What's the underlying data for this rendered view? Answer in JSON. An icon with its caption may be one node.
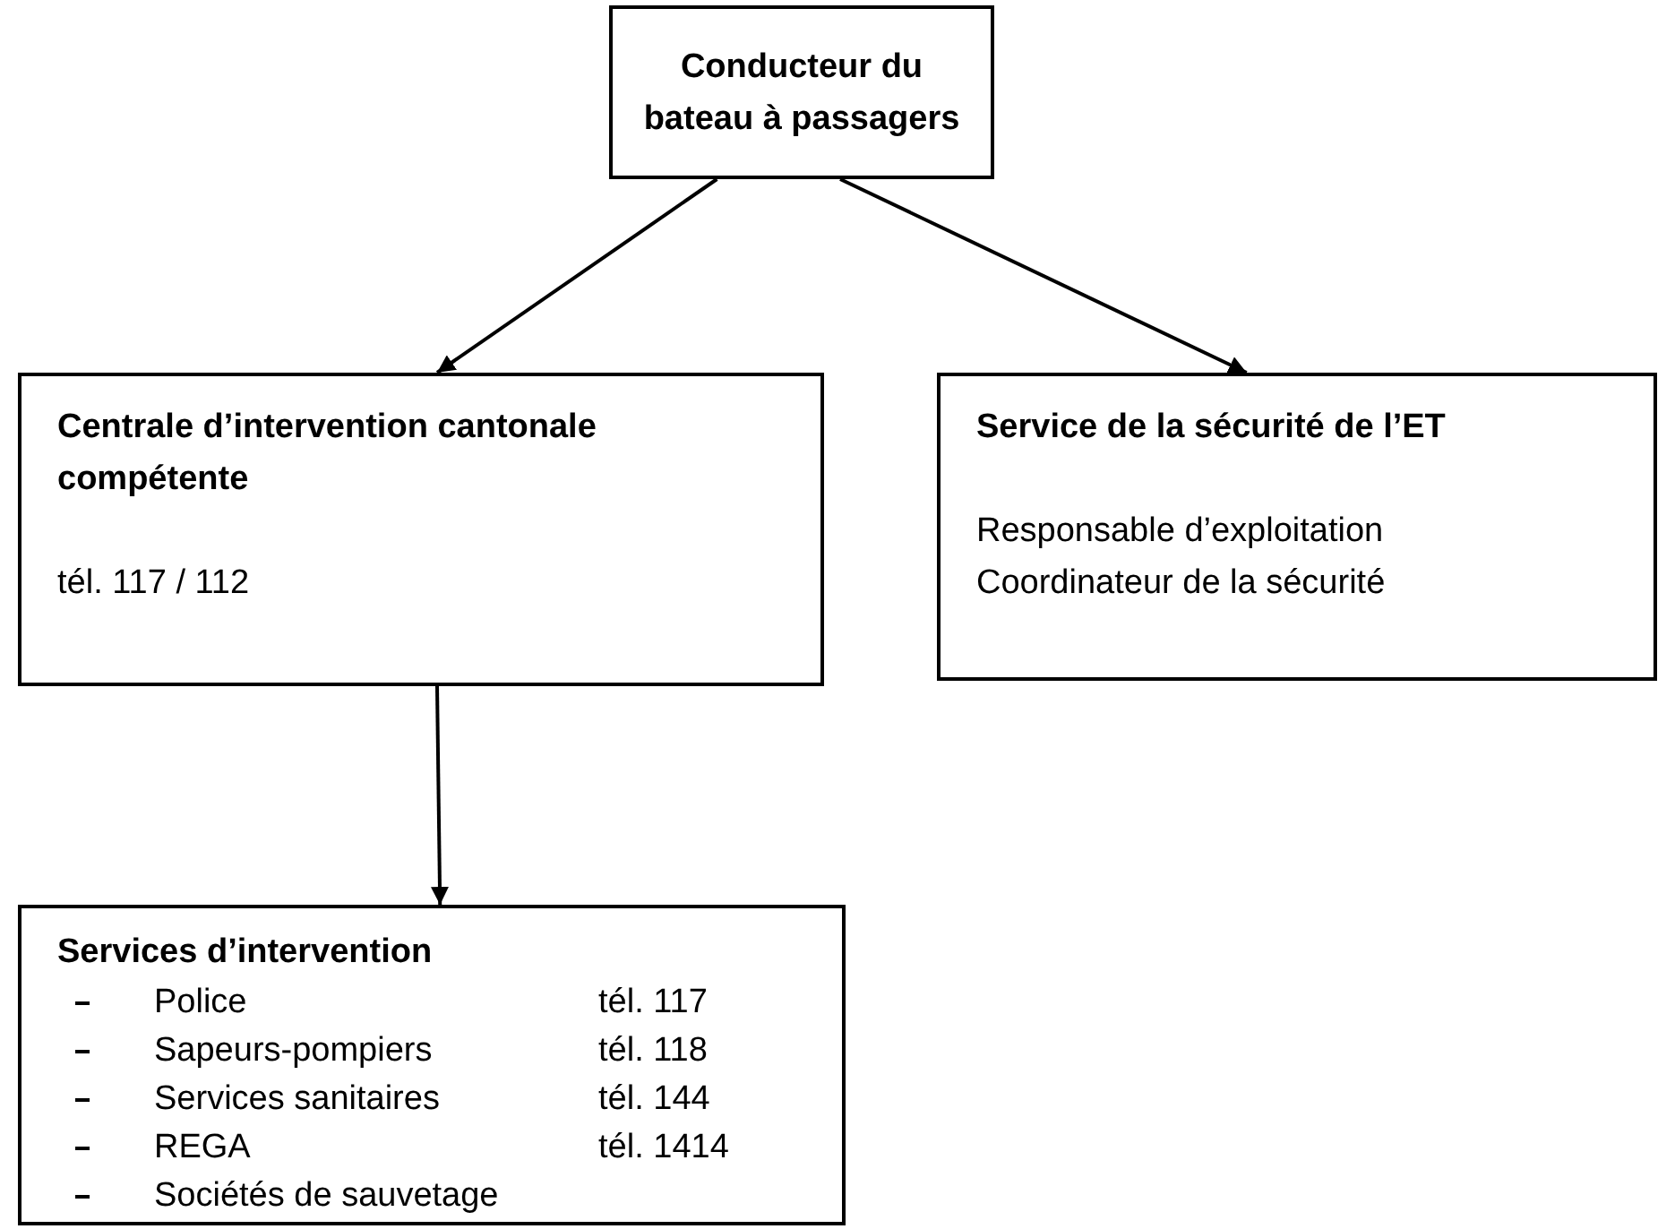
{
  "diagram": {
    "nodes": [
      {
        "text": [
          "Conducteur du bateau à passagers"
        ]
      },
      {
        "text": [
          "Centrale d’intervention cantonale compétente",
          "tél. 117 / 112"
        ]
      },
      {
        "text": [
          "Service de la sécurité de l’ET",
          "Responsable d’exploitation",
          "Coordinateur de la sécurité"
        ]
      },
      {
        "text": [
          "Services d’intervention",
          "Police",
          "tél. 117",
          "Sapeurs-pompiers",
          "tél. 118",
          "Services sanitaires",
          "tél. 144",
          "REGA",
          "tél. 1414",
          "Sociétés de sauvetage"
        ]
      }
    ],
    "edges": [
      {
        "from": 0,
        "to": 1,
        "arrow": "to"
      },
      {
        "from": 0,
        "to": 2,
        "arrow": "to"
      },
      {
        "from": 1,
        "to": 3,
        "arrow": "to"
      }
    ]
  }
}
